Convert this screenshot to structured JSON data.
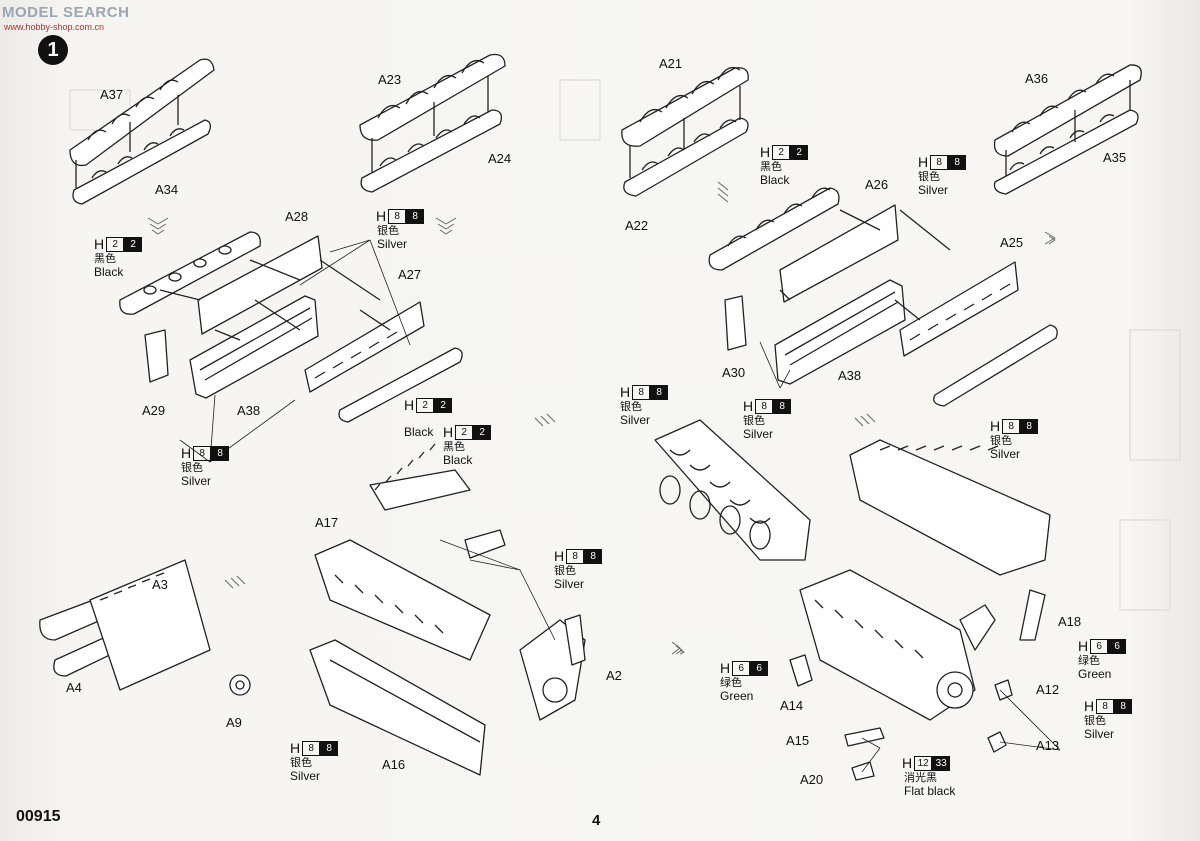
{
  "header": {
    "watermark": "MODEL SEARCH",
    "watermark_url": "www.hobby-shop.com.cn",
    "step": "1"
  },
  "footer": {
    "product_code": "00915",
    "page_number": "4"
  },
  "colors": {
    "silver_code": "8",
    "black_code": "2",
    "green_code": "6",
    "flat_black_code": "12",
    "flat_black_code2": "33"
  },
  "parts": {
    "A37": "A37",
    "A34": "A34",
    "A23": "A23",
    "A24": "A24",
    "A21": "A21",
    "A22": "A22",
    "A36": "A36",
    "A35": "A35",
    "A28": "A28",
    "A27": "A27",
    "A29": "A29",
    "A38a": "A38",
    "A26": "A26",
    "A25": "A25",
    "A30": "A30",
    "A38b": "A38",
    "A17": "A17",
    "A3": "A3",
    "A4": "A4",
    "A9": "A9",
    "A16": "A16",
    "A2": "A2",
    "A18": "A18",
    "A12": "A12",
    "A13": "A13",
    "A14": "A14",
    "A15": "A15",
    "A20": "A20"
  },
  "paints": {
    "H": "H",
    "silver_zh": "银色",
    "silver_en": "Silver",
    "black_zh": "黑色",
    "black_en": "Black",
    "green_zh": "绿色",
    "green_en": "Green",
    "flatblack_zh": "消光黑",
    "flatblack_en": "Flat black"
  }
}
